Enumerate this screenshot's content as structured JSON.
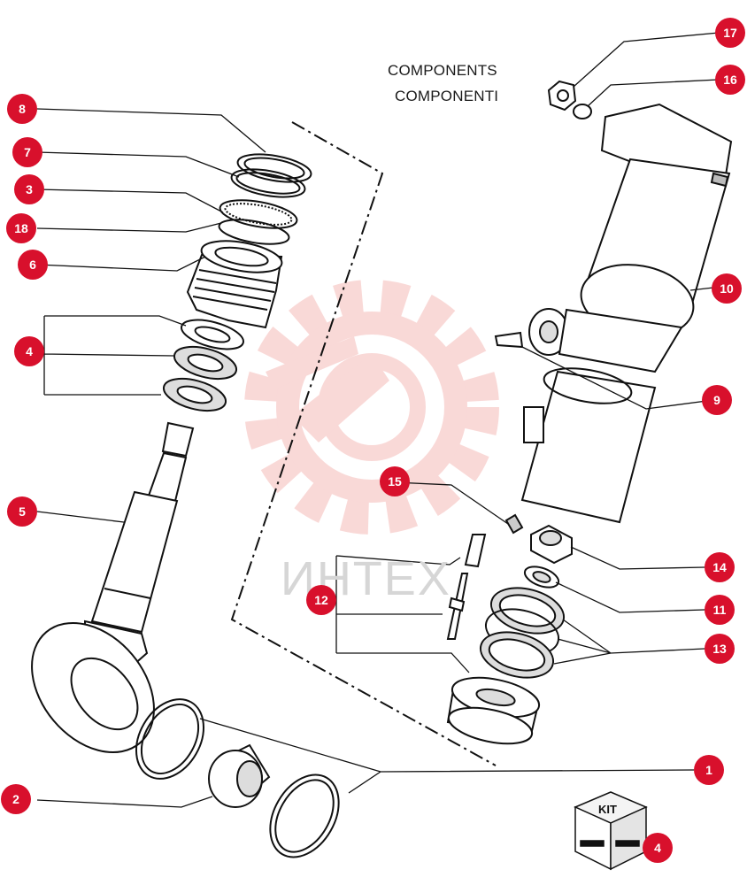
{
  "title": {
    "line1": "COMPONENTS",
    "line2": "COMPONENTI"
  },
  "watermark": {
    "text": "ИНТЕХ",
    "color": "#e8554f"
  },
  "callout_color": "#d8102c",
  "kit": {
    "label": "KIT"
  },
  "callouts": {
    "c17": "17",
    "c16": "16",
    "c8": "8",
    "c7": "7",
    "c3": "3",
    "c18": "18",
    "c6": "6",
    "c4a": "4",
    "c10": "10",
    "c9": "9",
    "c5": "5",
    "c15": "15",
    "c12": "12",
    "c14": "14",
    "c11": "11",
    "c13": "13",
    "c1": "1",
    "c2": "2",
    "c4b": "4"
  }
}
